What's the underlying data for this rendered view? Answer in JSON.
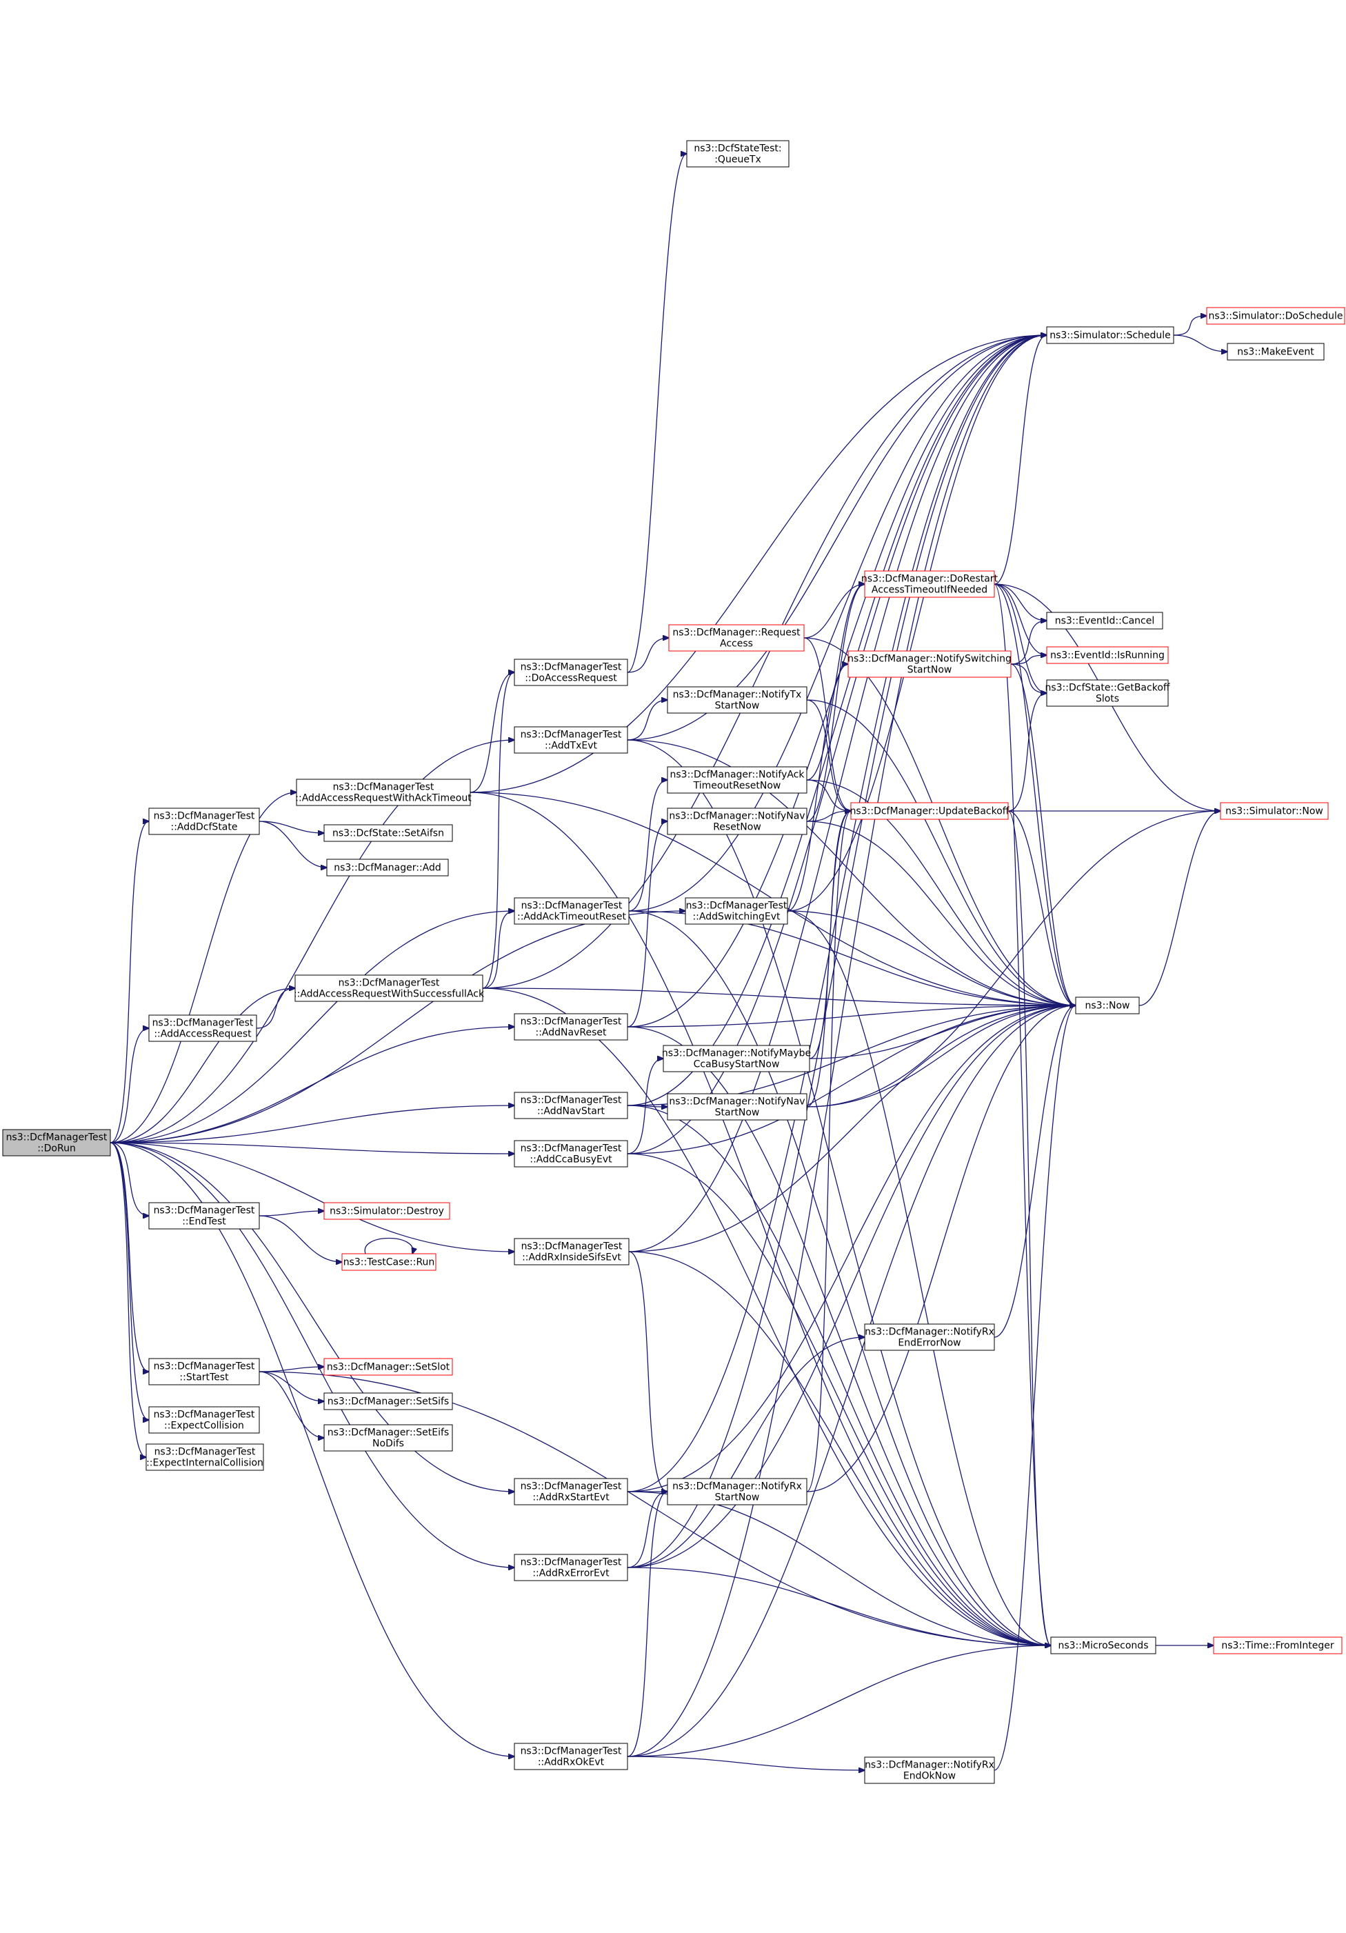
{
  "nodes": [
    {
      "id": "dorun",
      "lines": [
        "ns3::DcfManagerTest",
        "::DoRun"
      ],
      "style": "root"
    },
    {
      "id": "addaccessreqack",
      "lines": [
        "ns3::DcfManagerTest",
        "::AddAccessRequestWithAckTimeout"
      ],
      "style": "normal"
    },
    {
      "id": "adddcfstate",
      "lines": [
        "ns3::DcfManagerTest",
        "::AddDcfState"
      ],
      "style": "normal"
    },
    {
      "id": "addaccessreqsucc",
      "lines": [
        "ns3::DcfManagerTest",
        "::AddAccessRequestWithSuccessfullAck"
      ],
      "style": "normal"
    },
    {
      "id": "addaccessreq",
      "lines": [
        "ns3::DcfManagerTest",
        "::AddAccessRequest"
      ],
      "style": "normal"
    },
    {
      "id": "endtest",
      "lines": [
        "ns3::DcfManagerTest",
        "::EndTest"
      ],
      "style": "normal"
    },
    {
      "id": "starttest",
      "lines": [
        "ns3::DcfManagerTest",
        "::StartTest"
      ],
      "style": "normal"
    },
    {
      "id": "expectcollision",
      "lines": [
        "ns3::DcfManagerTest",
        "::ExpectCollision"
      ],
      "style": "normal"
    },
    {
      "id": "expectinternal",
      "lines": [
        "ns3::DcfManagerTest",
        "::ExpectInternalCollision"
      ],
      "style": "normal"
    },
    {
      "id": "setaifsn",
      "lines": [
        "ns3::DcfState::SetAifsn"
      ],
      "style": "normal"
    },
    {
      "id": "dcfadd",
      "lines": [
        "ns3::DcfManager::Add"
      ],
      "style": "normal"
    },
    {
      "id": "simdestroy",
      "lines": [
        "ns3::Simulator::Destroy"
      ],
      "style": "red"
    },
    {
      "id": "testcaserun",
      "lines": [
        "ns3::TestCase::Run"
      ],
      "style": "red"
    },
    {
      "id": "setslot",
      "lines": [
        "ns3::DcfManager::SetSlot"
      ],
      "style": "red"
    },
    {
      "id": "setsifs",
      "lines": [
        "ns3::DcfManager::SetSifs"
      ],
      "style": "normal"
    },
    {
      "id": "seteifs",
      "lines": [
        "ns3::DcfManager::SetEifs",
        "NoDifs"
      ],
      "style": "normal"
    },
    {
      "id": "doaccessreq",
      "lines": [
        "ns3::DcfManagerTest",
        "::DoAccessRequest"
      ],
      "style": "normal"
    },
    {
      "id": "addtxevt",
      "lines": [
        "ns3::DcfManagerTest",
        "::AddTxEvt"
      ],
      "style": "normal"
    },
    {
      "id": "addacktimeout",
      "lines": [
        "ns3::DcfManagerTest",
        "::AddAckTimeoutReset"
      ],
      "style": "normal"
    },
    {
      "id": "addnavreset",
      "lines": [
        "ns3::DcfManagerTest",
        "::AddNavReset"
      ],
      "style": "normal"
    },
    {
      "id": "addnavstart",
      "lines": [
        "ns3::DcfManagerTest",
        "::AddNavStart"
      ],
      "style": "normal"
    },
    {
      "id": "addccabusy",
      "lines": [
        "ns3::DcfManagerTest",
        "::AddCcaBusyEvt"
      ],
      "style": "normal"
    },
    {
      "id": "addrxinside",
      "lines": [
        "ns3::DcfManagerTest",
        "::AddRxInsideSifsEvt"
      ],
      "style": "normal"
    },
    {
      "id": "addrxstart",
      "lines": [
        "ns3::DcfManagerTest",
        "::AddRxStartEvt"
      ],
      "style": "normal"
    },
    {
      "id": "addrxerror",
      "lines": [
        "ns3::DcfManagerTest",
        "::AddRxErrorEvt"
      ],
      "style": "normal"
    },
    {
      "id": "addrxok",
      "lines": [
        "ns3::DcfManagerTest",
        "::AddRxOkEvt"
      ],
      "style": "normal"
    },
    {
      "id": "queuetx",
      "lines": [
        "ns3::DcfStateTest:",
        ":QueueTx"
      ],
      "style": "normal"
    },
    {
      "id": "requestaccess",
      "lines": [
        "ns3::DcfManager::Request",
        "Access"
      ],
      "style": "red"
    },
    {
      "id": "notifytx",
      "lines": [
        "ns3::DcfManager::NotifyTx",
        "StartNow"
      ],
      "style": "normal"
    },
    {
      "id": "notifyack",
      "lines": [
        "ns3::DcfManager::NotifyAck",
        "TimeoutResetNow"
      ],
      "style": "normal"
    },
    {
      "id": "notifynavreset",
      "lines": [
        "ns3::DcfManager::NotifyNav",
        "ResetNow"
      ],
      "style": "normal"
    },
    {
      "id": "addswitching",
      "lines": [
        "ns3::DcfManagerTest",
        "::AddSwitchingEvt"
      ],
      "style": "normal"
    },
    {
      "id": "notifymaybecca",
      "lines": [
        "ns3::DcfManager::NotifyMaybe",
        "CcaBusyStartNow"
      ],
      "style": "normal"
    },
    {
      "id": "notifynavstart",
      "lines": [
        "ns3::DcfManager::NotifyNav",
        "StartNow"
      ],
      "style": "normal"
    },
    {
      "id": "notifyrxerror",
      "lines": [
        "ns3::DcfManager::NotifyRx",
        "EndErrorNow"
      ],
      "style": "normal"
    },
    {
      "id": "notifyrxstart",
      "lines": [
        "ns3::DcfManager::NotifyRx",
        "StartNow"
      ],
      "style": "normal"
    },
    {
      "id": "notifyrxok",
      "lines": [
        "ns3::DcfManager::NotifyRx",
        "EndOkNow"
      ],
      "style": "normal"
    },
    {
      "id": "dorestart",
      "lines": [
        "ns3::DcfManager::DoRestart",
        "AccessTimeoutIfNeeded"
      ],
      "style": "red"
    },
    {
      "id": "notifyswitching",
      "lines": [
        "ns3::DcfManager::NotifySwitching",
        "StartNow"
      ],
      "style": "red"
    },
    {
      "id": "updatebackoff",
      "lines": [
        "ns3::DcfManager::UpdateBackoff"
      ],
      "style": "red"
    },
    {
      "id": "schedule",
      "lines": [
        "ns3::Simulator::Schedule"
      ],
      "style": "normal"
    },
    {
      "id": "doschedule",
      "lines": [
        "ns3::Simulator::DoSchedule"
      ],
      "style": "red"
    },
    {
      "id": "makeevent",
      "lines": [
        "ns3::MakeEvent"
      ],
      "style": "normal"
    },
    {
      "id": "eventcancel",
      "lines": [
        "ns3::EventId::Cancel"
      ],
      "style": "normal"
    },
    {
      "id": "eventisrunning",
      "lines": [
        "ns3::EventId::IsRunning"
      ],
      "style": "red"
    },
    {
      "id": "getbackoff",
      "lines": [
        "ns3::DcfState::GetBackoff",
        "Slots"
      ],
      "style": "normal"
    },
    {
      "id": "simnow",
      "lines": [
        "ns3::Simulator::Now"
      ],
      "style": "red"
    },
    {
      "id": "now",
      "lines": [
        "ns3::Now"
      ],
      "style": "normal"
    },
    {
      "id": "microseconds",
      "lines": [
        "ns3::MicroSeconds"
      ],
      "style": "normal"
    },
    {
      "id": "frominteger",
      "lines": [
        "ns3::Time::FromInteger"
      ],
      "style": "red"
    }
  ],
  "edges": [
    [
      "dorun",
      "addaccessreqack"
    ],
    [
      "dorun",
      "adddcfstate"
    ],
    [
      "dorun",
      "addaccessreqsucc"
    ],
    [
      "dorun",
      "addaccessreq"
    ],
    [
      "dorun",
      "endtest"
    ],
    [
      "dorun",
      "starttest"
    ],
    [
      "dorun",
      "expectcollision"
    ],
    [
      "dorun",
      "expectinternal"
    ],
    [
      "dorun",
      "addtxevt"
    ],
    [
      "dorun",
      "addswitching"
    ],
    [
      "dorun",
      "addnavreset"
    ],
    [
      "dorun",
      "addnavstart"
    ],
    [
      "dorun",
      "addccabusy"
    ],
    [
      "dorun",
      "addrxinside"
    ],
    [
      "dorun",
      "addrxstart"
    ],
    [
      "dorun",
      "addrxerror"
    ],
    [
      "dorun",
      "addrxok"
    ],
    [
      "dorun",
      "addacktimeout"
    ],
    [
      "adddcfstate",
      "setaifsn"
    ],
    [
      "adddcfstate",
      "dcfadd"
    ],
    [
      "addaccessreq",
      "addaccessreqsucc"
    ],
    [
      "addaccessreqack",
      "doaccessreq"
    ],
    [
      "addaccessreqack",
      "schedule"
    ],
    [
      "addaccessreqack",
      "now"
    ],
    [
      "addaccessreqack",
      "microseconds"
    ],
    [
      "addaccessreqsucc",
      "doaccessreq"
    ],
    [
      "addaccessreqsucc",
      "addacktimeout"
    ],
    [
      "addaccessreqsucc",
      "schedule"
    ],
    [
      "addaccessreqsucc",
      "now"
    ],
    [
      "addaccessreqsucc",
      "microseconds"
    ],
    [
      "endtest",
      "simdestroy"
    ],
    [
      "endtest",
      "testcaserun"
    ],
    [
      "testcaserun",
      "testcaserun"
    ],
    [
      "starttest",
      "setslot"
    ],
    [
      "starttest",
      "setsifs"
    ],
    [
      "starttest",
      "seteifs"
    ],
    [
      "starttest",
      "microseconds"
    ],
    [
      "doaccessreq",
      "queuetx"
    ],
    [
      "doaccessreq",
      "requestaccess"
    ],
    [
      "addtxevt",
      "schedule"
    ],
    [
      "addtxevt",
      "notifytx"
    ],
    [
      "addtxevt",
      "now"
    ],
    [
      "addtxevt",
      "microseconds"
    ],
    [
      "addacktimeout",
      "schedule"
    ],
    [
      "addacktimeout",
      "notifyack"
    ],
    [
      "addacktimeout",
      "now"
    ],
    [
      "addacktimeout",
      "microseconds"
    ],
    [
      "addnavreset",
      "schedule"
    ],
    [
      "addnavreset",
      "notifynavreset"
    ],
    [
      "addnavreset",
      "now"
    ],
    [
      "addnavreset",
      "microseconds"
    ],
    [
      "addnavstart",
      "schedule"
    ],
    [
      "addnavstart",
      "notifynavstart"
    ],
    [
      "addnavstart",
      "now"
    ],
    [
      "addnavstart",
      "microseconds"
    ],
    [
      "addccabusy",
      "schedule"
    ],
    [
      "addccabusy",
      "notifymaybecca"
    ],
    [
      "addccabusy",
      "now"
    ],
    [
      "addccabusy",
      "microseconds"
    ],
    [
      "addrxinside",
      "schedule"
    ],
    [
      "addrxinside",
      "notifyrxstart"
    ],
    [
      "addrxinside",
      "now"
    ],
    [
      "addrxinside",
      "microseconds"
    ],
    [
      "addrxstart",
      "schedule"
    ],
    [
      "addrxstart",
      "notifyrxstart"
    ],
    [
      "addrxstart",
      "now"
    ],
    [
      "addrxstart",
      "microseconds"
    ],
    [
      "addrxerror",
      "schedule"
    ],
    [
      "addrxerror",
      "notifyrxstart"
    ],
    [
      "addrxerror",
      "notifyrxerror"
    ],
    [
      "addrxerror",
      "now"
    ],
    [
      "addrxerror",
      "microseconds"
    ],
    [
      "addrxok",
      "schedule"
    ],
    [
      "addrxok",
      "notifyrxstart"
    ],
    [
      "addrxok",
      "notifyrxok"
    ],
    [
      "addrxok",
      "now"
    ],
    [
      "addrxok",
      "microseconds"
    ],
    [
      "addswitching",
      "schedule"
    ],
    [
      "addswitching",
      "notifyswitching"
    ],
    [
      "addswitching",
      "now"
    ],
    [
      "addswitching",
      "microseconds"
    ],
    [
      "requestaccess",
      "updatebackoff"
    ],
    [
      "requestaccess",
      "dorestart"
    ],
    [
      "requestaccess",
      "now"
    ],
    [
      "notifytx",
      "updatebackoff"
    ],
    [
      "notifytx",
      "now"
    ],
    [
      "notifyack",
      "updatebackoff"
    ],
    [
      "notifyack",
      "dorestart"
    ],
    [
      "notifyack",
      "now"
    ],
    [
      "notifynavreset",
      "updatebackoff"
    ],
    [
      "notifynavreset",
      "dorestart"
    ],
    [
      "notifynavreset",
      "now"
    ],
    [
      "notifymaybecca",
      "updatebackoff"
    ],
    [
      "notifymaybecca",
      "now"
    ],
    [
      "notifynavstart",
      "updatebackoff"
    ],
    [
      "notifynavstart",
      "simnow"
    ],
    [
      "notifynavstart",
      "now"
    ],
    [
      "notifyrxstart",
      "updatebackoff"
    ],
    [
      "notifyrxstart",
      "now"
    ],
    [
      "notifyrxerror",
      "now"
    ],
    [
      "notifyrxok",
      "now"
    ],
    [
      "notifyswitching",
      "eventcancel"
    ],
    [
      "notifyswitching",
      "eventisrunning"
    ],
    [
      "notifyswitching",
      "getbackoff"
    ],
    [
      "notifyswitching",
      "now"
    ],
    [
      "dorestart",
      "schedule"
    ],
    [
      "dorestart",
      "eventcancel"
    ],
    [
      "dorestart",
      "eventisrunning"
    ],
    [
      "dorestart",
      "getbackoff"
    ],
    [
      "dorestart",
      "simnow"
    ],
    [
      "dorestart",
      "now"
    ],
    [
      "dorestart",
      "microseconds"
    ],
    [
      "updatebackoff",
      "simnow"
    ],
    [
      "updatebackoff",
      "getbackoff"
    ],
    [
      "updatebackoff",
      "microseconds"
    ],
    [
      "updatebackoff",
      "now"
    ],
    [
      "schedule",
      "doschedule"
    ],
    [
      "schedule",
      "makeevent"
    ],
    [
      "now",
      "simnow"
    ],
    [
      "microseconds",
      "frominteger"
    ]
  ]
}
